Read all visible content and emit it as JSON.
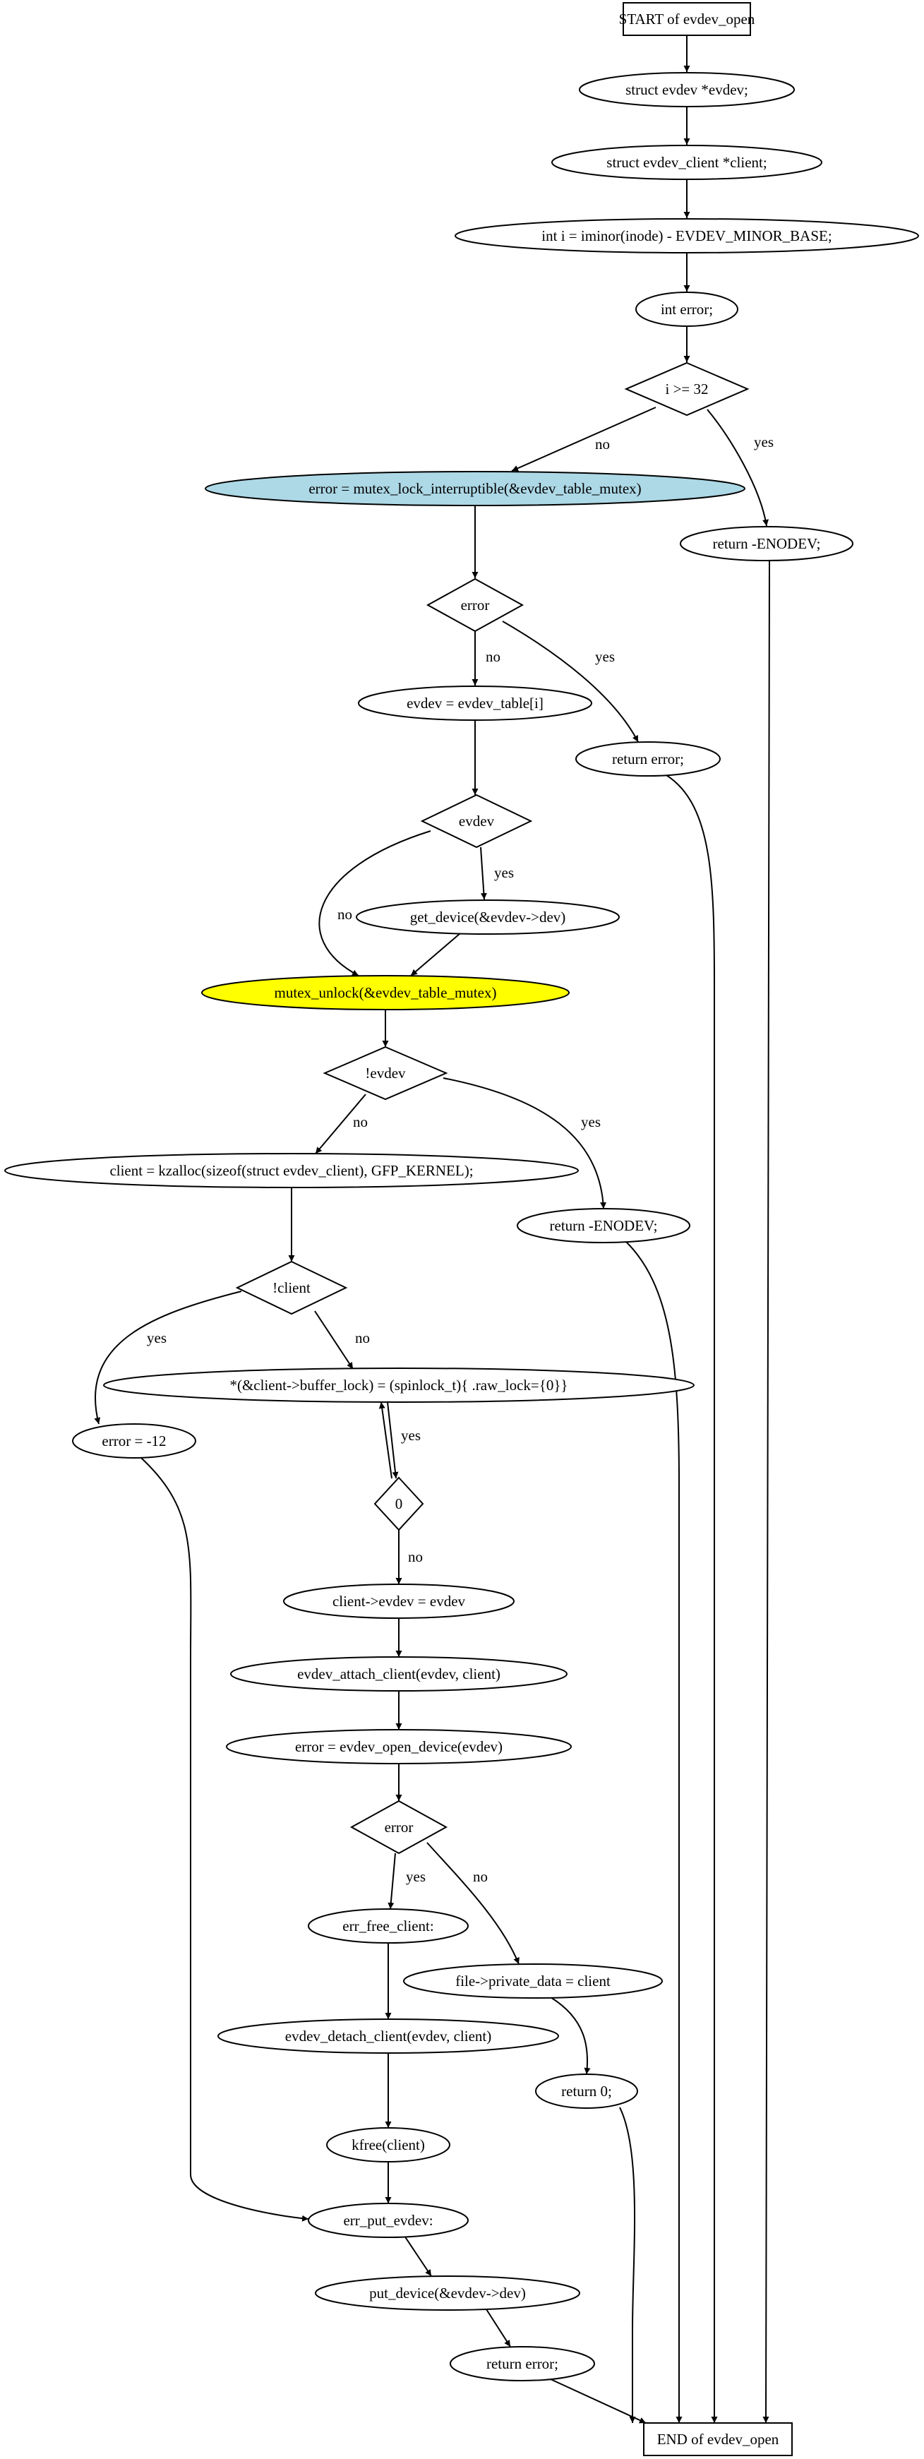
{
  "colors": {
    "highlight_lock": "#add8e6",
    "highlight_unlock": "#ffff00",
    "stroke": "#000000",
    "background": "#ffffff"
  },
  "nodes": {
    "start": "START of evdev_open",
    "decl_evdev": "struct evdev *evdev;",
    "decl_client": "struct evdev_client *client;",
    "decl_i": "int i = iminor(inode) - EVDEV_MINOR_BASE;",
    "decl_error": "int error;",
    "cond_i": "i >= 32",
    "lock": "error = mutex_lock_interruptible(&evdev_table_mutex)",
    "ret_enodev1": "return -ENODEV;",
    "cond_error1": "error",
    "assign_evdev": "evdev = evdev_table[i]",
    "ret_error1": "return error;",
    "cond_evdev": "evdev",
    "get_device": "get_device(&evdev->dev)",
    "unlock": "mutex_unlock(&evdev_table_mutex)",
    "cond_not_evdev": "!evdev",
    "kzalloc": "client = kzalloc(sizeof(struct evdev_client), GFP_KERNEL);",
    "ret_enodev2": "return -ENODEV;",
    "cond_not_client": "!client",
    "spinlock": "*(&client->buffer_lock) = (spinlock_t){ .raw_lock={0}}",
    "error_12": "error = -12",
    "cond_zero": "0",
    "client_evdev": "client->evdev = evdev",
    "attach": "evdev_attach_client(evdev, client)",
    "open_device": "error = evdev_open_device(evdev)",
    "cond_error2": "error",
    "err_free_client": "err_free_client:",
    "private_data": "file->private_data = client",
    "detach": "evdev_detach_client(evdev, client)",
    "return0": "return 0;",
    "kfree": "kfree(client)",
    "err_put_evdev": "err_put_evdev:",
    "put_device": "put_device(&evdev->dev)",
    "ret_error2": "return error;",
    "end": "END of evdev_open"
  },
  "edge_labels": {
    "cond_i_no": "no",
    "cond_i_yes": "yes",
    "cond_error1_no": "no",
    "cond_error1_yes": "yes",
    "cond_evdev_yes": "yes",
    "cond_evdev_no": "no",
    "cond_not_evdev_no": "no",
    "cond_not_evdev_yes": "yes",
    "cond_not_client_yes": "yes",
    "cond_not_client_no": "no",
    "cond_zero_yes": "yes",
    "cond_zero_no": "no",
    "cond_error2_yes": "yes",
    "cond_error2_no": "no"
  }
}
